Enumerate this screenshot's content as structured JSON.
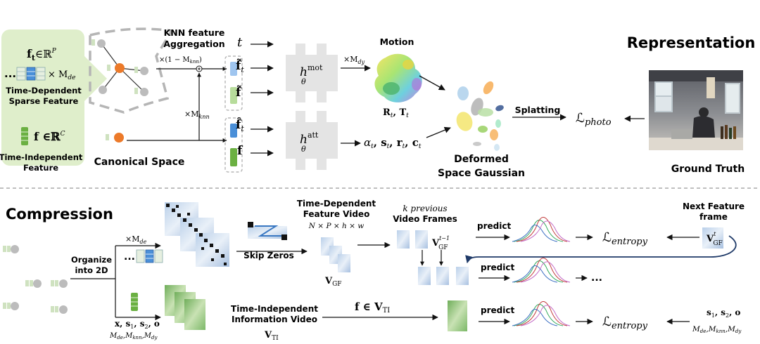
{
  "top": {
    "heading_representation": "Representation",
    "sparse_feature": {
      "formula_f": "f",
      "formula_sub": "t",
      "formula_in": "∈ℝ",
      "formula_sup": "P",
      "dots": "...",
      "mult": "× M",
      "mult_sub": "de",
      "label_line1": "Time-Dependent",
      "label_line2": "Sparse Feature"
    },
    "indep_feature": {
      "formula": "f ∈ℝ",
      "formula_sup": "C",
      "label_line1": "Time-Independent",
      "label_line2": "Feature"
    },
    "knn": {
      "title_line1": "KNN feature",
      "title_line2": "Aggregation",
      "weight_a": "×(1 − M",
      "weight_a_sub": "knn",
      "weight_a_end": ")",
      "weight_b": "×M",
      "weight_b_sub": "knn"
    },
    "canonical_space": "Canonical Space",
    "inputs_mot": [
      "t",
      "f̃",
      "f̃"
    ],
    "inputs_mot_sub": [
      "",
      "t",
      ""
    ],
    "inputs_att": [
      "f̂",
      "f"
    ],
    "inputs_att_sub": [
      "t",
      ""
    ],
    "h_mot": "h",
    "h_mot_sup": "mot",
    "h_mot_sub": "θ",
    "h_att": "h",
    "h_att_sup": "att",
    "h_att_sub": "θ",
    "motion_label": "Motion",
    "motion_mult": "×M",
    "motion_mult_sub": "dy",
    "motion_out": "R",
    "motion_out_sub1": "t",
    "motion_out_mid": ", T",
    "motion_out_sub2": "t",
    "att_out": "α",
    "att_out_rest": ", s",
    "att_out_r": ", r",
    "att_out_c": ", c",
    "att_out_sub": "t",
    "deformed_line1": "Deformed",
    "deformed_line2": "Space Gaussian",
    "splatting": "Splatting",
    "loss_photo": "ℒ",
    "loss_photo_sub": "photo",
    "ground_truth": "Ground Truth"
  },
  "bottom": {
    "heading_compression": "Compression",
    "organize_line1": "Organize",
    "organize_line2": "into 2D",
    "mult_de": "×M",
    "mult_de_sub": "de",
    "dots": "...",
    "skip_zeros": "Skip Zeros",
    "td_video_line1": "Time-Dependent",
    "td_video_line2": "Feature Video",
    "td_video_dims": "N × P × h × w",
    "v_gf": "V",
    "v_gf_sub": "GF",
    "k_prev_line1": "k previous",
    "k_prev_line2": "Video Frames",
    "v_gf_prev_sup": "t−1",
    "next_frame_line1": "Next Feature",
    "next_frame_line2": "frame",
    "next_v_sup": "t",
    "predict": "predict",
    "loss_entropy": "ℒ",
    "loss_entropy_sub": "entropy",
    "ellipsis": "...",
    "params_left": "x, s",
    "params_left_sub1": "1",
    "params_left_mid": ", s",
    "params_left_sub2": "2",
    "params_left_end": ", o",
    "masks": "M",
    "masks_subs": [
      "de",
      "knn",
      "dy"
    ],
    "ti_video_line1": "Time-Independent",
    "ti_video_line2": "Information Video",
    "v_ti": "V",
    "v_ti_sub": "TI",
    "f_in_vti": "f ∈ V",
    "f_in_vti_sub": "TI",
    "params_right": "s",
    "params_right_sub1": "1",
    "params_right_mid": ", s",
    "params_right_sub2": "2",
    "params_right_end": ", o"
  },
  "colors": {
    "green_panel": "#dfeecb",
    "orange_node": "#ec7a2a",
    "blue_cell": "#4a8fd8",
    "green_cell": "#6bb042",
    "grey_block": "#e4e4e4",
    "dashed": "#b5b5b5"
  }
}
